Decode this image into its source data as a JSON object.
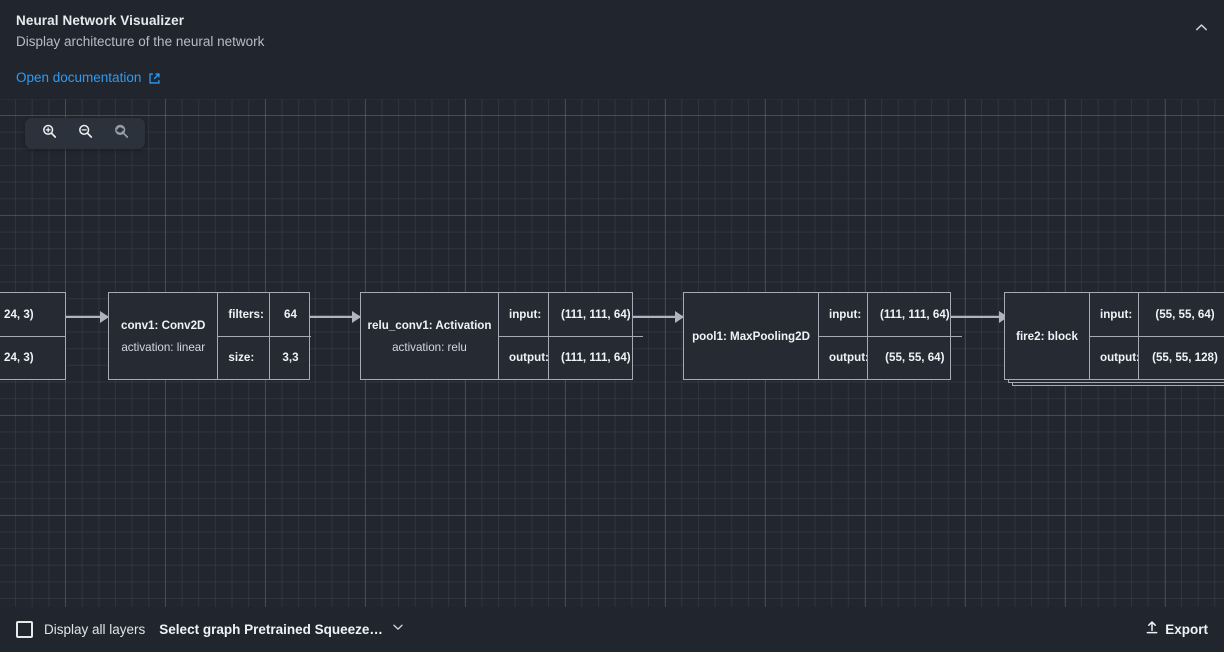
{
  "header": {
    "title": "Neural Network Visualizer",
    "subtitle": "Display architecture of the neural network",
    "doc_link": "Open documentation",
    "doc_link_icon": "external-link-icon",
    "collapse_icon": "chevron-up-icon",
    "link_color": "#2e9bf0"
  },
  "toolbar": {
    "zoom_in": "zoom-in-icon",
    "zoom_out": "zoom-out-icon",
    "reset_zoom": "reset-zoom-icon"
  },
  "graph": {
    "nodes": [
      {
        "id": "input-clipped",
        "name": "",
        "clipped": true,
        "props": [
          {
            "key": "",
            "value": "24, 3)"
          },
          {
            "key": "",
            "value": "24, 3)"
          }
        ]
      },
      {
        "id": "conv1",
        "name": "conv1: Conv2D",
        "sub": "activation: linear",
        "props": [
          {
            "key": "filters:",
            "value": "64"
          },
          {
            "key": "size:",
            "value": "3,3"
          }
        ]
      },
      {
        "id": "relu_conv1",
        "name": "relu_conv1: Activation",
        "sub": "activation: relu",
        "props": [
          {
            "key": "input:",
            "value": "(111, 111, 64)"
          },
          {
            "key": "output:",
            "value": "(111, 111, 64)"
          }
        ]
      },
      {
        "id": "pool1",
        "name": "pool1: MaxPooling2D",
        "sub": "",
        "props": [
          {
            "key": "input:",
            "value": "(111, 111, 64)"
          },
          {
            "key": "output:",
            "value": "(55, 55, 64)"
          }
        ]
      },
      {
        "id": "fire2",
        "name": "fire2: block",
        "sub": "",
        "props": [
          {
            "key": "input:",
            "value": "(55, 55, 64)"
          },
          {
            "key": "output:",
            "value": "(55, 55, 128)"
          }
        ]
      }
    ]
  },
  "footer": {
    "display_all_layers": "Display all layers",
    "checkbox_checked": false,
    "graph_select": "Select graph Pretrained Squeeze…",
    "graph_select_icon": "chevron-down-icon",
    "export": "Export",
    "export_icon": "export-upload-icon"
  }
}
